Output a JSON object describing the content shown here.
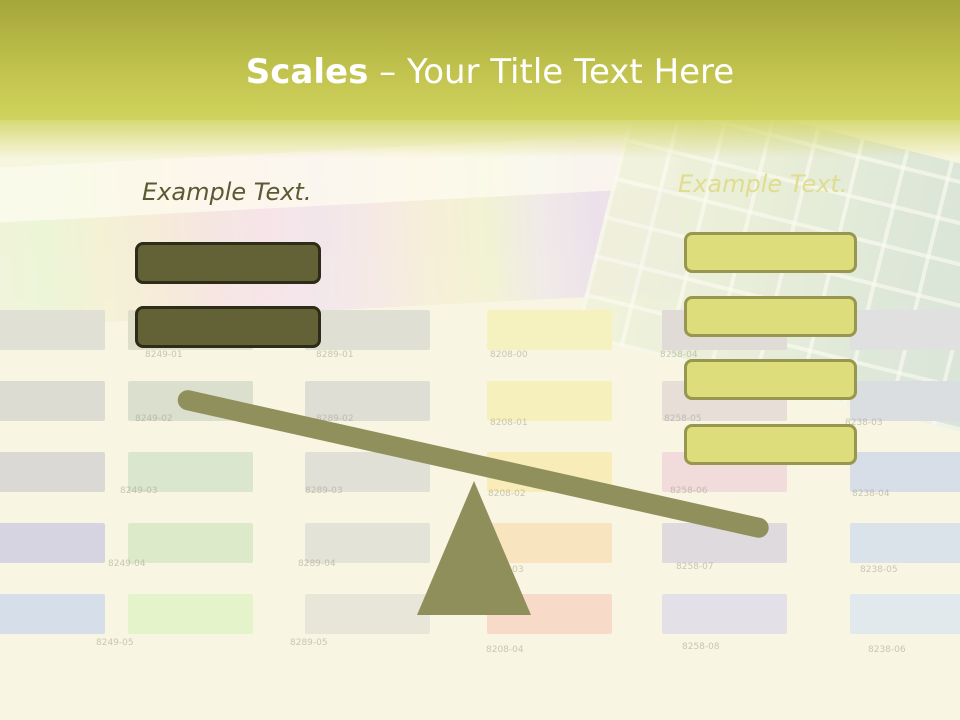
{
  "slide": {
    "title_bold": "Scales",
    "title_sep": " – ",
    "title_rest": "Your Title Text Here"
  },
  "left_group": {
    "heading": "Example Text.",
    "boxes": [
      "",
      ""
    ]
  },
  "right_group": {
    "heading": "Example Text.",
    "boxes": [
      "",
      "",
      "",
      ""
    ]
  },
  "colors": {
    "header": "#c4c54d",
    "dark_box_fill": "#626236",
    "dark_box_border": "#2c2c18",
    "light_box_fill": "#dedd7c",
    "light_box_border": "#97974f",
    "scale": "#8f8f5b"
  },
  "background_swatches": {
    "labels": [
      "8249-01",
      "8249-02",
      "8249-03",
      "8249-04",
      "8249-05",
      "8289-01",
      "8289-02",
      "8289-03",
      "8289-04",
      "8289-05",
      "8208-00",
      "8208-01",
      "8208-02",
      "8208-03",
      "8208-04",
      "8258-04",
      "8258-05",
      "8258-06",
      "8258-07",
      "8258-08",
      "8238-03",
      "8238-04",
      "8238-05",
      "8238-06"
    ]
  }
}
